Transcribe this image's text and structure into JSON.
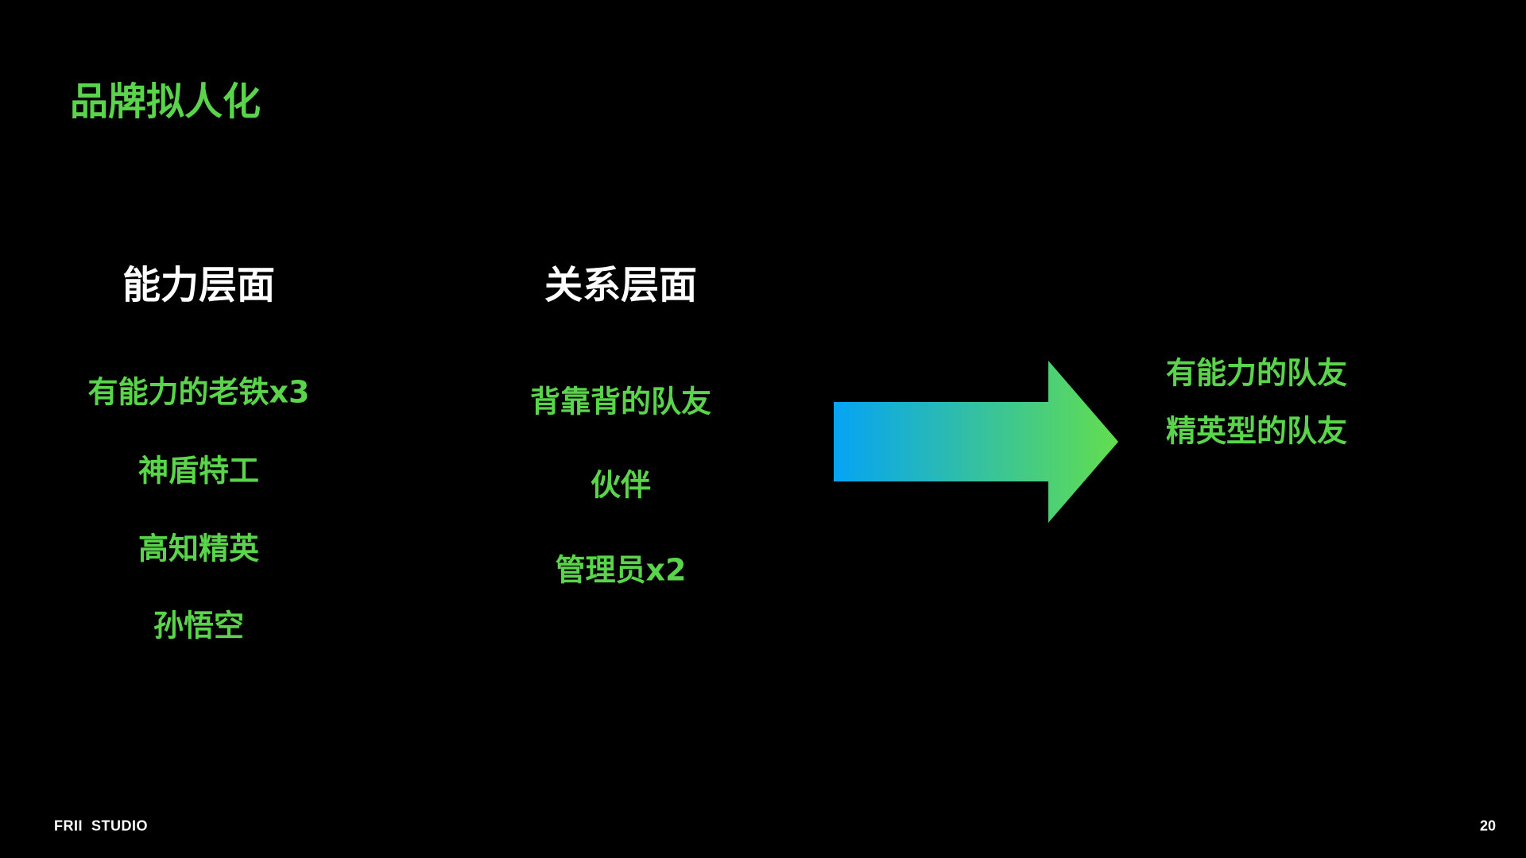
{
  "title": "品牌拟人化",
  "columns": [
    {
      "header": "能力层面",
      "items": [
        "有能力的老铁x3",
        "神盾特工",
        "高知精英",
        "孙悟空"
      ]
    },
    {
      "header": "关系层面",
      "items": [
        "背靠背的队友",
        "伙伴",
        "管理员x2"
      ]
    }
  ],
  "result": [
    "有能力的队友",
    "精英型的队友"
  ],
  "footer": {
    "brand": "FRII  STUDIO",
    "page": "20"
  },
  "colors": {
    "accent": "#5ad44b",
    "arrow_start": "#05a3f5",
    "arrow_end": "#63de4e"
  }
}
